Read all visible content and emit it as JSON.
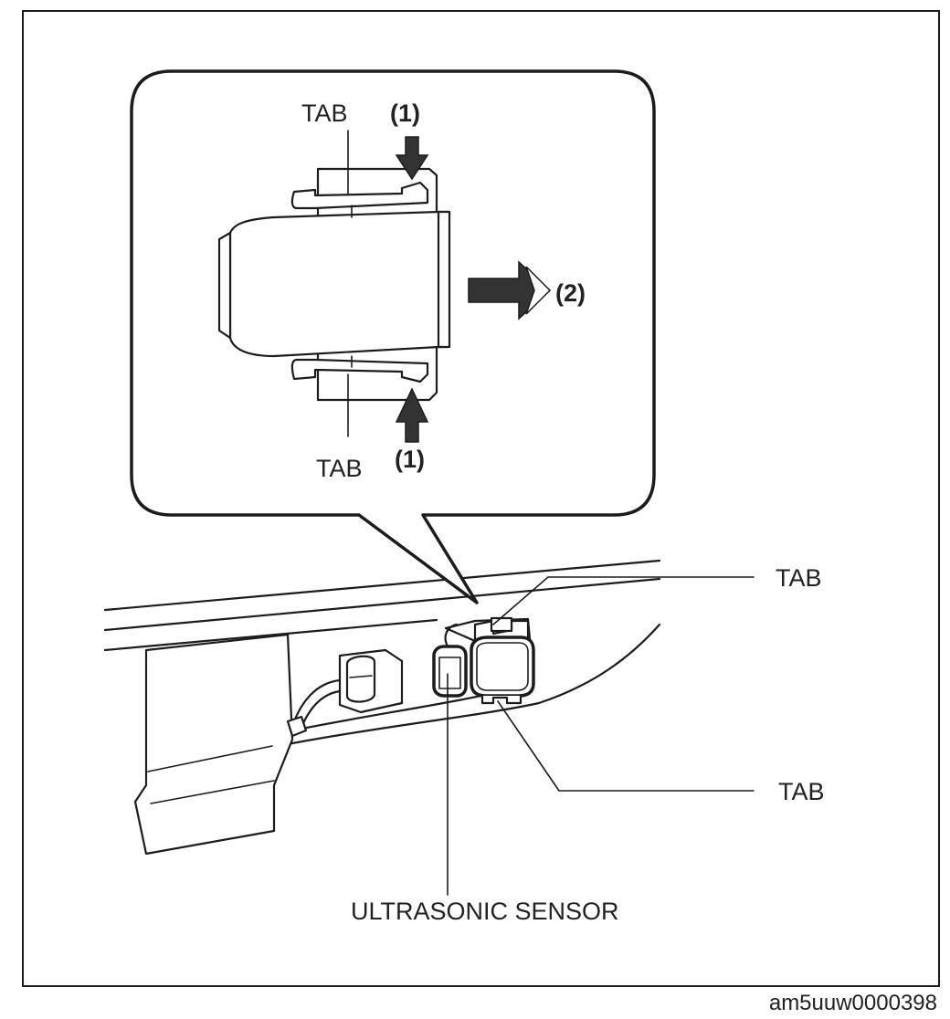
{
  "labels": {
    "tab_top": "TAB",
    "press_top": "(1)",
    "pull_direction": "(2)",
    "tab_bottom": "TAB",
    "press_bottom": "(1)",
    "tab_right_upper": "TAB",
    "tab_right_lower": "TAB",
    "ultrasonic_sensor": "ULTRASONIC SENSOR"
  },
  "figure_id": "am5uuw0000398",
  "colors": {
    "line": "#1c1c1c",
    "arrow_fill": "#333333",
    "background": "#ffffff"
  }
}
